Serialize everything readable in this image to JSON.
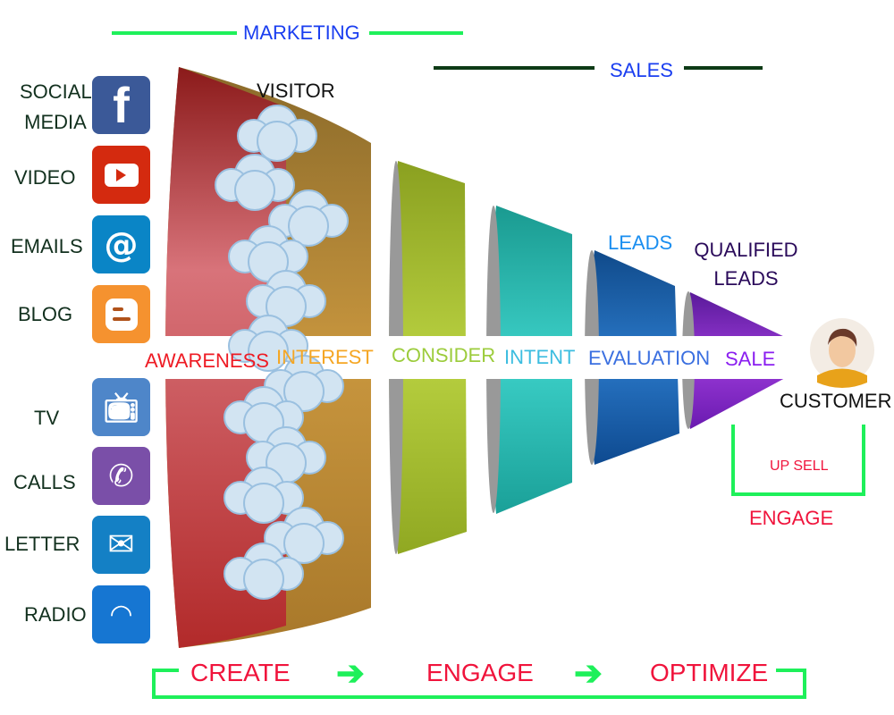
{
  "headers": {
    "marketing": "MARKETING",
    "sales": "SALES"
  },
  "funnel_top_label": "VISITOR",
  "channels_online": [
    {
      "label": "SOCIAL MEDIA",
      "icon": "facebook-icon",
      "color": "#3b5998"
    },
    {
      "label": "VIDEO",
      "icon": "youtube-icon",
      "color": "#d42a0f"
    },
    {
      "label": "EMAILS",
      "icon": "at-sign-icon",
      "color": "#0a85c6"
    },
    {
      "label": "BLOG",
      "icon": "blogger-icon",
      "color": "#f5922f"
    }
  ],
  "channels_offline": [
    {
      "label": "TV",
      "icon": "tv-icon",
      "color": "#4e86c9"
    },
    {
      "label": "CALLS",
      "icon": "phone-icon",
      "color": "#7a4fa8"
    },
    {
      "label": "LETTER",
      "icon": "envelope-icon",
      "color": "#1480c5"
    },
    {
      "label": "RADIO",
      "icon": "wifi-icon",
      "color": "#1676d2"
    }
  ],
  "stages": [
    {
      "label": "AWARENESS",
      "color": "#ee1b24"
    },
    {
      "label": "INTEREST",
      "color": "#f5a623"
    },
    {
      "label": "CONSIDER",
      "color": "#9ccc3c"
    },
    {
      "label": "INTENT",
      "color": "#3cbde0"
    },
    {
      "label": "EVALUATION",
      "color": "#3a6fe0"
    },
    {
      "label": "SALE",
      "color": "#8a1ef0"
    }
  ],
  "leads_label": "LEADS",
  "qualified_leads_label": "QUALIFIED LEADS",
  "customer_label": "CUSTOMER",
  "upsell_label": "UP SELL",
  "engage_label": "ENGAGE",
  "bottom_flow": [
    "CREATE",
    "ENGAGE",
    "OPTIMIZE"
  ],
  "colors": {
    "accent_line": "#1ef05a",
    "header_text": "#1a3ef0",
    "sales_line": "#0d3b16",
    "flow_text": "#f0143c"
  }
}
